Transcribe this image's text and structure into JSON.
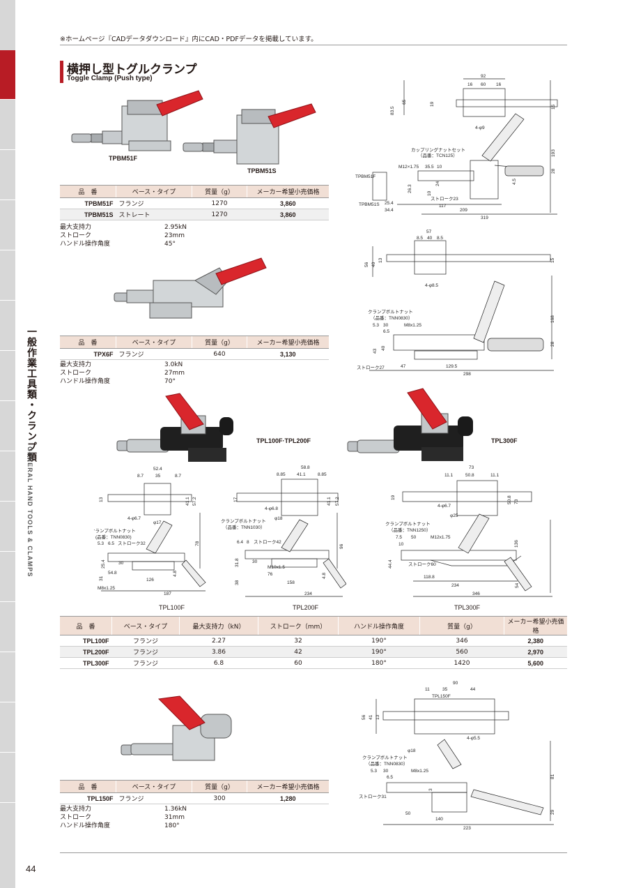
{
  "page": {
    "notice": "※ホームページ『CADデータダウンロード』内にCAD・PDFデータを掲載しています。",
    "title_ja": "横押し型トグルクランプ",
    "title_en": "Toggle Clamp (Push type)",
    "number": "44",
    "side_title": "一般作業工具類・クランプ類",
    "side_en": "GENERAL HAND TOOLS & CLAMPS"
  },
  "colors": {
    "accent": "#b81c25",
    "header_bg": "#f1dfd5",
    "handle": "#d9262c"
  },
  "product_captions": {
    "tpbm51f": "TPBM51F",
    "tpbm51s": "TPBM51S",
    "tpl100_200": "TPL100F·TPL200F",
    "tpl300": "TPL300F",
    "drawing_tpl100": "TPL100F",
    "drawing_tpl200": "TPL200F",
    "drawing_tpl300": "TPL300F"
  },
  "table1": {
    "headers": [
      "品　番",
      "ベース・タイプ",
      "質量（g）",
      "メーカー希望小売価格"
    ],
    "rows": [
      {
        "model": "TPBM51F",
        "base": "フランジ",
        "mass": "1270",
        "price": "3,860"
      },
      {
        "model": "TPBM51S",
        "base": "ストレート",
        "mass": "1270",
        "price": "3,860"
      }
    ],
    "specs": [
      {
        "k": "最大支持力",
        "v": "2.95kN"
      },
      {
        "k": "ストローク",
        "v": "23mm"
      },
      {
        "k": "ハンドル操作角度",
        "v": "45°"
      }
    ]
  },
  "table2": {
    "headers": [
      "品　番",
      "ベース・タイプ",
      "質量（g）",
      "メーカー希望小売価格"
    ],
    "rows": [
      {
        "model": "TPX6F",
        "base": "フランジ",
        "mass": "640",
        "price": "3,130"
      }
    ],
    "specs": [
      {
        "k": "最大支持力",
        "v": "3.0kN"
      },
      {
        "k": "ストローク",
        "v": "27mm"
      },
      {
        "k": "ハンドル操作角度",
        "v": "70°"
      }
    ]
  },
  "table3": {
    "headers": [
      "品　番",
      "ベース・タイプ",
      "最大支持力（kN）",
      "ストローク（mm）",
      "ハンドル操作角度",
      "質量（g）",
      "メーカー希望小売価格"
    ],
    "rows": [
      {
        "model": "TPL100F",
        "base": "フランジ",
        "force": "2.27",
        "stroke": "32",
        "angle": "190°",
        "mass": "346",
        "price": "2,380"
      },
      {
        "model": "TPL200F",
        "base": "フランジ",
        "force": "3.86",
        "stroke": "42",
        "angle": "190°",
        "mass": "560",
        "price": "2,970"
      },
      {
        "model": "TPL300F",
        "base": "フランジ",
        "force": "6.8",
        "stroke": "60",
        "angle": "180°",
        "mass": "1420",
        "price": "5,600"
      }
    ]
  },
  "table4": {
    "headers": [
      "品　番",
      "ベース・タイプ",
      "質量（g）",
      "メーカー希望小売価格"
    ],
    "rows": [
      {
        "model": "TPL150F",
        "base": "フランジ",
        "mass": "300",
        "price": "1,280"
      }
    ],
    "specs": [
      {
        "k": "最大支持力",
        "v": "1.36kN"
      },
      {
        "k": "ストローク",
        "v": "31mm"
      },
      {
        "k": "ハンドル操作角度",
        "v": "180°"
      }
    ]
  },
  "drawings": {
    "d1": {
      "w": "92",
      "parts": [
        "16",
        "60",
        "16"
      ],
      "h1": "83.5",
      "h2": "65",
      "h3": "19",
      "h4": "15",
      "ang": "4-φ9",
      "set_label": "カップリングナットセット",
      "set_code": "（品番：TCN125）",
      "thread": "M12×1.75",
      "d_a": "35.5",
      "d_b": "10",
      "h_total": "193",
      "h_28": "28",
      "h_4_5": "4.5",
      "h_24": "24",
      "h_26_3": "26.3",
      "h_10": "10",
      "stroke": "ストローク23",
      "l_117": "117",
      "l_209": "209",
      "l_319": "319",
      "m_tpbm51f": "TPBM51F",
      "m_tpbm51s": "TPBM51S",
      "l_25_4": "25.4",
      "l_34_4": "34.4"
    },
    "d2": {
      "w": "57",
      "parts": [
        "8.5",
        "40",
        "8.5"
      ],
      "h1": "56",
      "h2": "40",
      "h3": "13",
      "h4": "15",
      "hole": "4-φ8.5",
      "nut_label": "クランプボルトナット",
      "nut_code": "（品番：TNN0830）",
      "d_a": "5.3",
      "d_b": "30",
      "thread": "M8x1.25",
      "d_c": "6.5",
      "h_168": "168",
      "h_28": "28",
      "h_43": "43",
      "h_40": "40",
      "stroke": "ストローク27",
      "l_47": "47",
      "l_129_5": "129.5",
      "l_298": "298"
    },
    "d3": {
      "w": "52.4",
      "a": "8.7",
      "b": "35",
      "c": "8.7",
      "h13": "13",
      "h41": "41.1",
      "h57": "57.2",
      "hole": "4-φ6.7",
      "nut_label": "クランプボルトナット",
      "nut_code": "(品番：TNN0830)",
      "d_a": "5.3",
      "d_b": "6.5",
      "stroke": "ストローク32",
      "l54": "54.8",
      "l30": "30",
      "l126": "126",
      "l187": "187",
      "h78": "78",
      "h25": "25.4",
      "h31": "31",
      "h4_8": "4.8",
      "phi": "φ17",
      "thread": "M8x1.25"
    },
    "d4": {
      "w": "58.8",
      "a": "8.85",
      "b": "41.1",
      "c": "8.85",
      "h17": "17",
      "h41": "41.1",
      "h57": "57.2",
      "hole": "4-φ6.8",
      "nut_label": "クランプボルトナット",
      "nut_code": "（品番：TNN1030）",
      "d_a": "6.4",
      "d_b": "8",
      "stroke": "ストローク42",
      "l30": "30",
      "l76": "76",
      "l158": "158",
      "l234": "234",
      "h96": "96",
      "h31": "31.8",
      "h38": "38",
      "h4_8": "4.8",
      "phi": "φ18",
      "thread": "M10x1.5"
    },
    "d5": {
      "w": "73",
      "a": "11.1",
      "b": "50.8",
      "c": "11.1",
      "h19": "19",
      "h50": "50.8",
      "h73": "73",
      "hole": "4-φ6.7",
      "nut_label": "クランプボルトナット",
      "nut_code": "（品番：TNN1250）",
      "d_a": "7.5",
      "d_b": "50",
      "d_c": "10",
      "thread": "M12x1.75",
      "stroke": "ストローク60",
      "l118": "118.8",
      "l234": "234",
      "l346": "346",
      "h136": "136",
      "h44": "44.4",
      "h54": "54",
      "phi": "φ25"
    },
    "d6": {
      "w": "90",
      "a": "11",
      "b": "35",
      "c": "44",
      "h56": "56",
      "h41": "41",
      "h13": "13",
      "hole": "4-φ5.5",
      "label": "TPL150F",
      "nut_label": "クランプボルトナット",
      "nut_code": "（品番：TNN0830）",
      "d_a": "5.3",
      "d_b": "30",
      "thread": "M8x1.25",
      "d_c": "6.5",
      "stroke": "ストローク31",
      "h81": "81",
      "h29": "29",
      "l50": "50",
      "l140": "140",
      "l223": "223",
      "phi": "φ18",
      "h3": "3"
    }
  }
}
